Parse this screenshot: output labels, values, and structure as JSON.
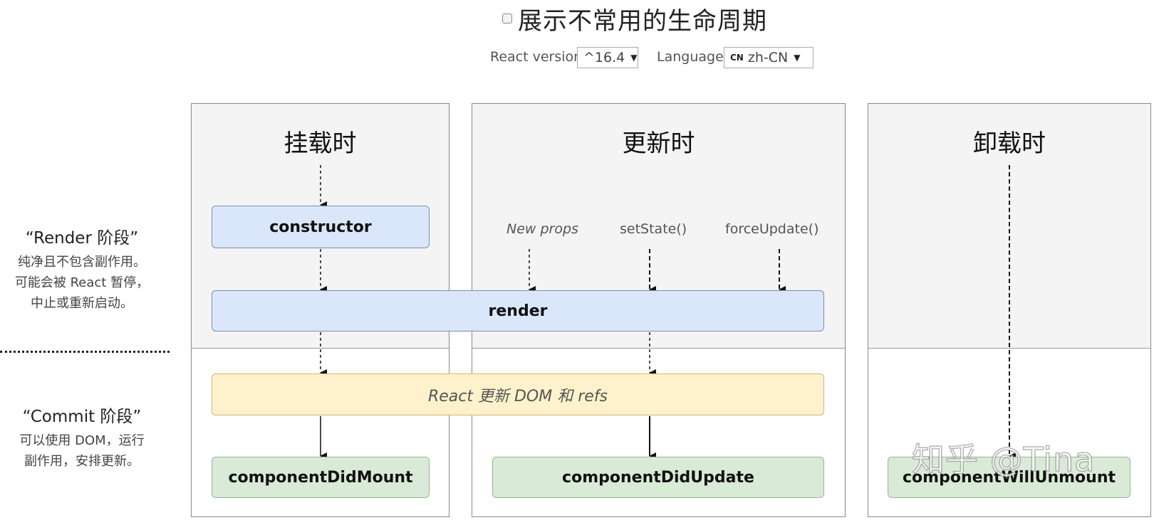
{
  "header": {
    "title": "展示不常用的生命周期",
    "version_label": "React version",
    "version_value": "^16.4",
    "language_label": "Language",
    "language_flag": "CN",
    "language_value": "zh-CN"
  },
  "phases": {
    "render": {
      "title": "“Render 阶段”",
      "desc": [
        "纯净且不包含副作用。",
        "可能会被 React 暂停，",
        "中止或重新启动。"
      ]
    },
    "commit": {
      "title": "“Commit 阶段”",
      "desc": [
        "可以使用 DOM，运行",
        "副作用，安排更新。"
      ]
    }
  },
  "columns": {
    "mounting": "挂载时",
    "updating": "更新时",
    "unmounting": "卸载时"
  },
  "triggers": {
    "new_props": "New props",
    "set_state": "setState()",
    "force_update": "forceUpdate()"
  },
  "boxes": {
    "constructor": "constructor",
    "render": "render",
    "react_updates": "React 更新 DOM 和 refs",
    "did_mount": "componentDidMount",
    "did_update": "componentDidUpdate",
    "will_unmount": "componentWillUnmount"
  },
  "watermark": "知乎 @Tina"
}
